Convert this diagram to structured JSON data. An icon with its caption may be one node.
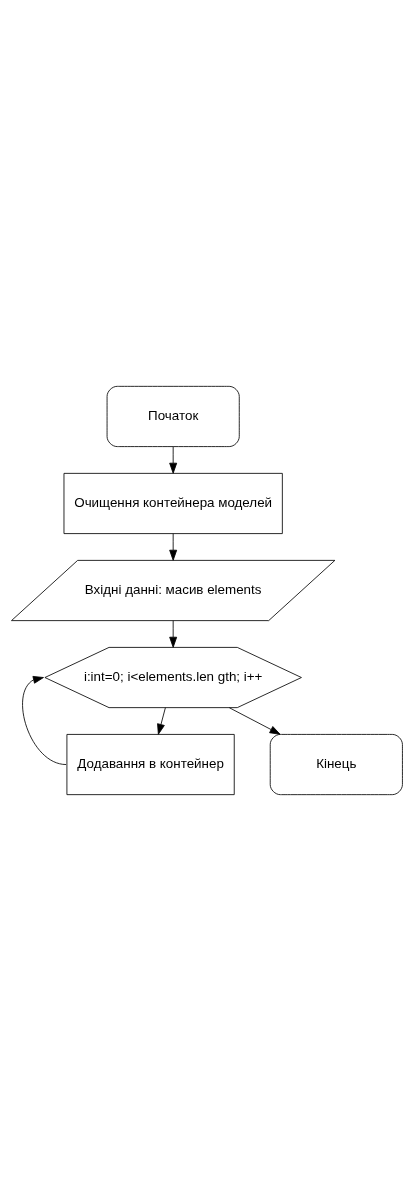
{
  "diagram": {
    "nodes": [
      {
        "text": [
          "Початок"
        ]
      },
      {
        "text": [
          "Очищення контейнера моделей"
        ]
      },
      {
        "text": [
          "Вхідні данні: масив elements"
        ]
      },
      {
        "text": [
          "i:int=0; i<elements.len gth; i++"
        ]
      },
      {
        "text": [
          "Додавання в контейнер"
        ]
      },
      {
        "text": [
          "Кінець"
        ]
      }
    ],
    "edges": [
      {
        "from": 0,
        "to": 1,
        "arrow": "to"
      },
      {
        "from": 1,
        "to": 2,
        "arrow": "to"
      },
      {
        "from": 2,
        "to": 3,
        "arrow": "to"
      },
      {
        "from": 3,
        "to": 4,
        "arrow": "to"
      },
      {
        "from": 4,
        "to": 3,
        "arrow": "to"
      },
      {
        "from": 3,
        "to": 5,
        "arrow": "to"
      }
    ]
  }
}
